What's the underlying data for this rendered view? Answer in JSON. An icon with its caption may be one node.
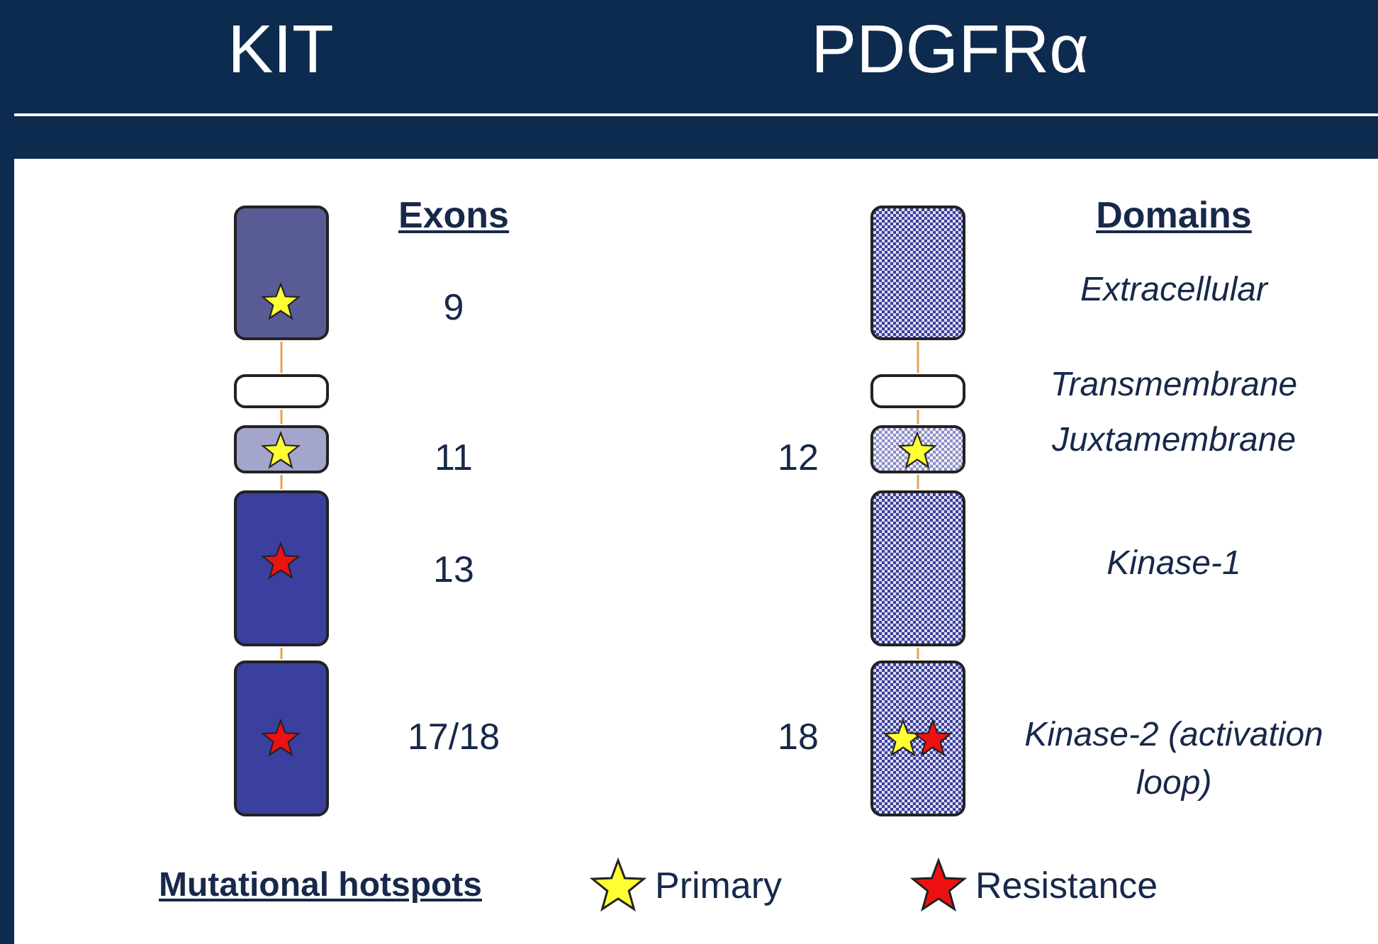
{
  "diagram": {
    "nodes": [
      {
        "text": [],
        "shape": "box",
        "beside": [
          "9"
        ]
      },
      {
        "text": [],
        "shape": "box"
      },
      {
        "text": [],
        "shape": "box",
        "beside": [
          "11"
        ]
      },
      {
        "text": [],
        "shape": "box",
        "beside": [
          "13"
        ]
      },
      {
        "text": [],
        "shape": "box",
        "beside": [
          "17/18"
        ]
      },
      {
        "text": [],
        "shape": "box"
      },
      {
        "text": [],
        "shape": "box"
      },
      {
        "text": [],
        "shape": "box",
        "beside": [
          "12"
        ]
      },
      {
        "text": [],
        "shape": "box"
      },
      {
        "text": [],
        "shape": "box",
        "beside": [
          "18"
        ]
      }
    ],
    "edges": [
      {
        "from": 0,
        "to": 1,
        "arrow": "none"
      },
      {
        "from": 1,
        "to": 2,
        "arrow": "none"
      },
      {
        "from": 2,
        "to": 3,
        "arrow": "none"
      },
      {
        "from": 3,
        "to": 4,
        "arrow": "none"
      },
      {
        "from": 5,
        "to": 6,
        "arrow": "none"
      },
      {
        "from": 6,
        "to": 7,
        "arrow": "none"
      },
      {
        "from": 7,
        "to": 8,
        "arrow": "none"
      },
      {
        "from": 8,
        "to": 9,
        "arrow": "none"
      }
    ],
    "labels": [
      "KIT",
      "PDGFRα",
      "Exons",
      "Domains",
      "Extracellular",
      "Transmembrane",
      "Juxtamembrane",
      "Kinase-1",
      "Kinase-2 (activation loop)",
      "Mutational hotspots"
    ],
    "legend": [
      {
        "text": "Primary"
      },
      {
        "text": "Resistance"
      }
    ]
  }
}
